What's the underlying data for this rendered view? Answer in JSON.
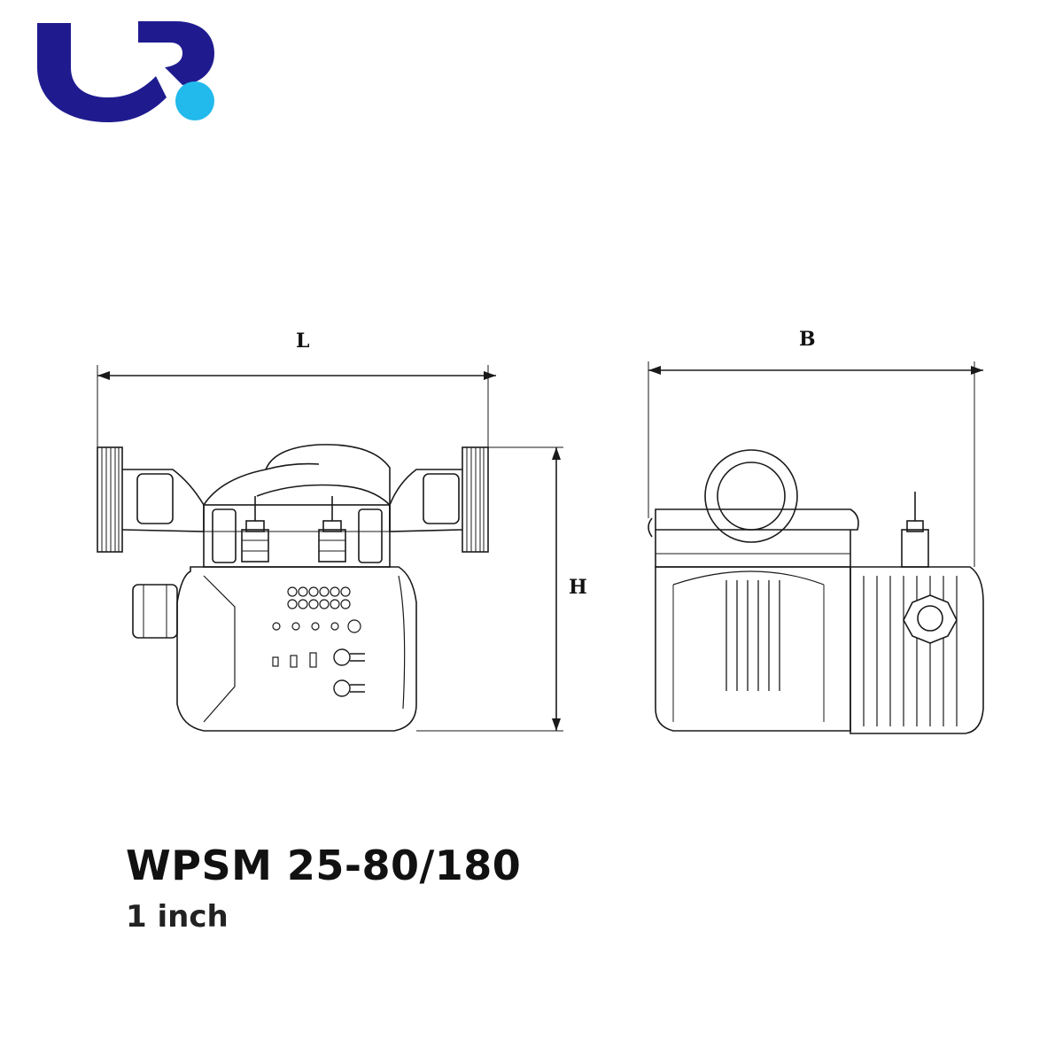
{
  "brand": {
    "logo_name": "brand-logo",
    "primary_color": "#1f1b8f",
    "accent_color": "#22b9ec"
  },
  "dimensions": {
    "length_label": "L",
    "width_label": "B",
    "height_label": "H"
  },
  "product": {
    "model": "WPSM 25-80/180",
    "size": "1 inch"
  },
  "drawing": {
    "line_color": "#1a1a1a"
  }
}
